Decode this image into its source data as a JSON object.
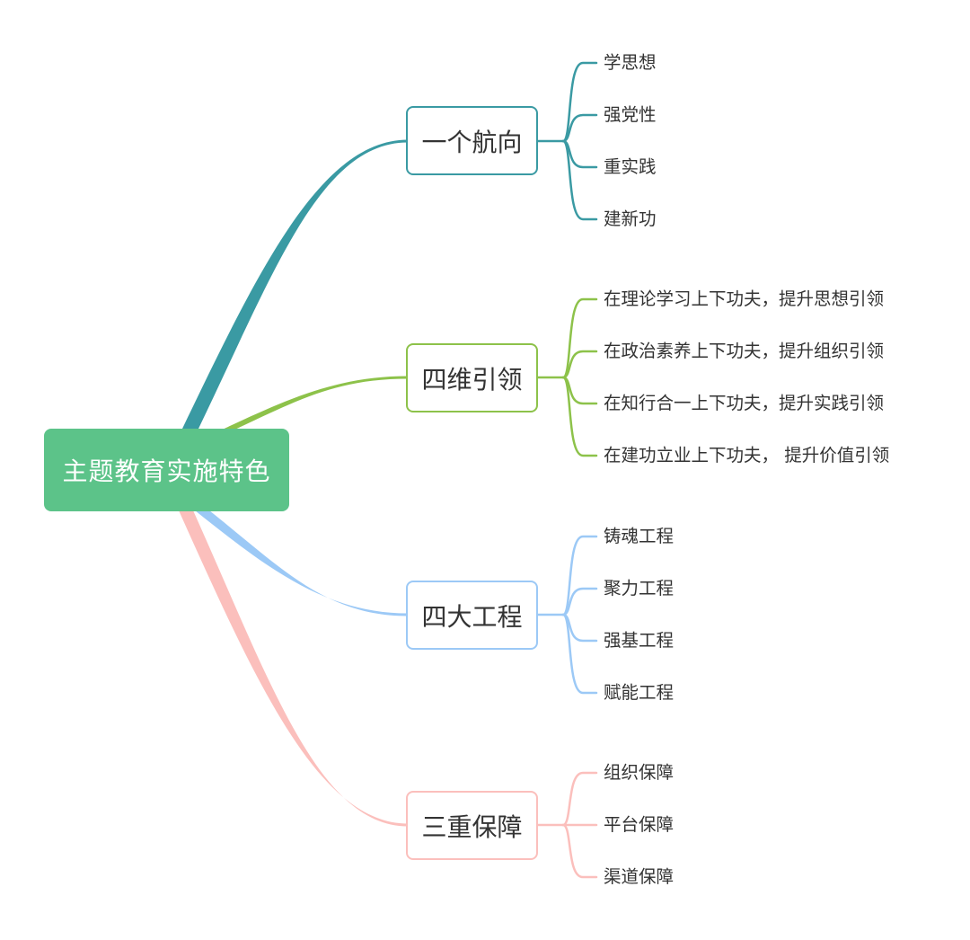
{
  "root": {
    "label": "主题教育实施特色",
    "color": "#5cc389"
  },
  "branches": [
    {
      "label": "一个航向",
      "color": "#3a9aa3",
      "leaves": [
        "学思想",
        "强党性",
        "重实践",
        "建新功"
      ]
    },
    {
      "label": "四维引领",
      "color": "#8dc24a",
      "leaves": [
        "在理论学习上下功夫，提升思想引领",
        "在政治素养上下功夫，提升组织引领",
        "在知行合一上下功夫，提升实践引领",
        "在建功立业上下功夫， 提升价值引领"
      ]
    },
    {
      "label": "四大工程",
      "color": "#9cc9f6",
      "leaves": [
        "铸魂工程",
        "聚力工程",
        "强基工程",
        "赋能工程"
      ]
    },
    {
      "label": "三重保障",
      "color": "#fbbfbc",
      "leaves": [
        "组织保障",
        "平台保障",
        "渠道保障"
      ]
    }
  ]
}
